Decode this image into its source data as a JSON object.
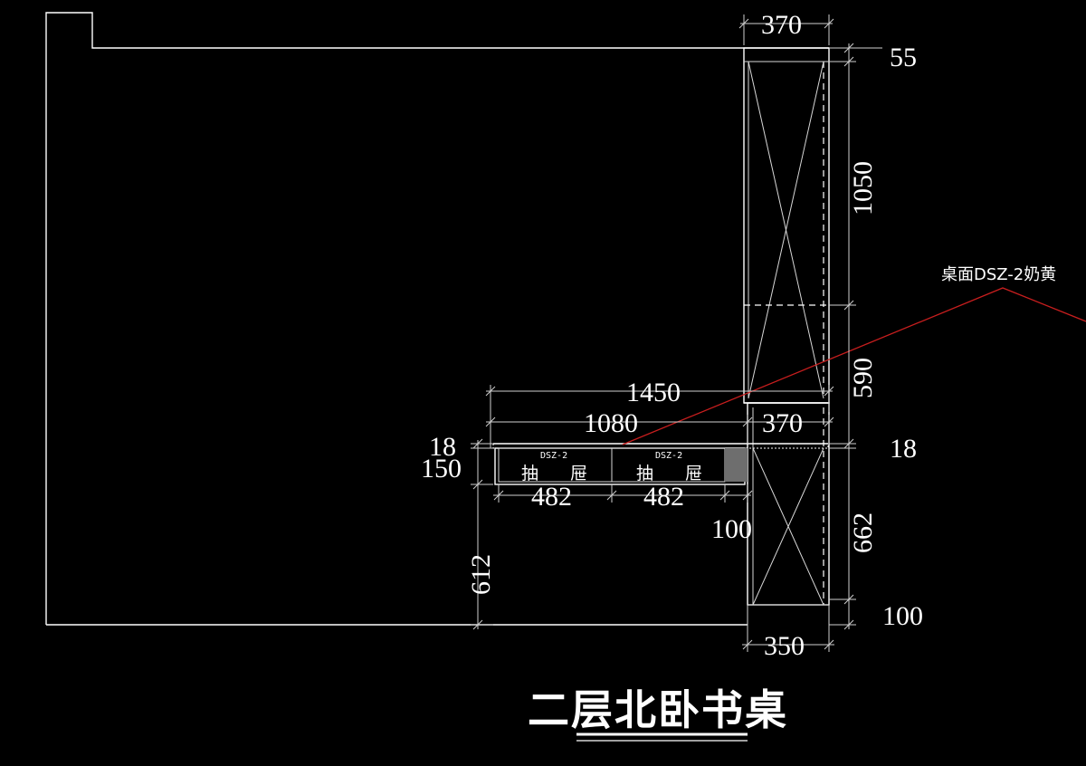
{
  "drawing": {
    "title": "二层北卧书桌",
    "callout_note": "桌面DSZ-2奶黄",
    "drawer_code": "DSZ-2",
    "drawer_label_1": "抽",
    "drawer_label_2": "屉"
  },
  "dimensions": {
    "top_width": "370",
    "top_height": "55",
    "upper_cabinet_height": "1050",
    "middle_height": "590",
    "desk_overall_width": "1450",
    "desk_top_width": "1080",
    "lower_cabinet_width": "370",
    "desk_top_thickness_left": "18",
    "desk_top_thickness_right": "18",
    "drawer_height": "150",
    "drawer_width_1": "482",
    "drawer_width_2": "482",
    "side_panel": "100",
    "desk_height": "612",
    "lower_cabinet_height": "662",
    "kick_height": "100",
    "bottom_width": "350"
  },
  "colors": {
    "background": "#000000",
    "line": "#ffffff",
    "leader": "#c81e1e",
    "fill_block": "#6e6e6e"
  }
}
